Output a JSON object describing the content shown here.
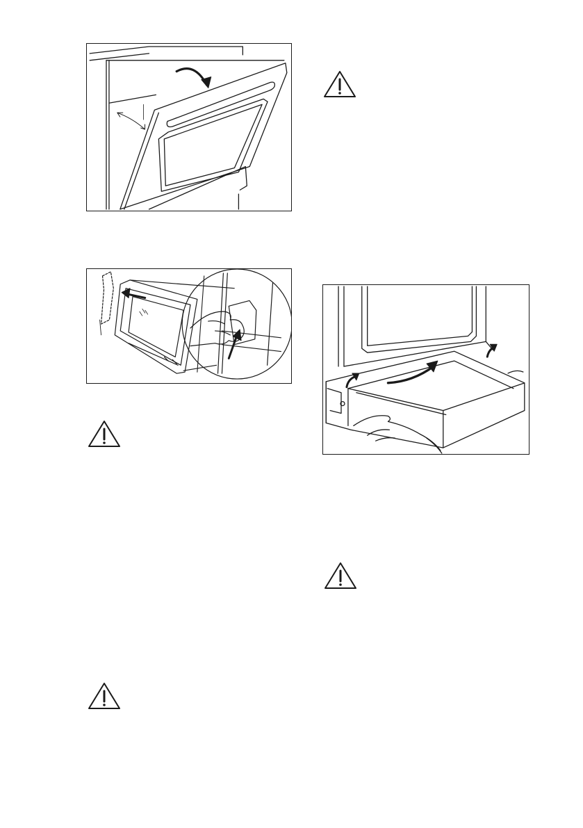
{
  "page": {
    "background": "#ffffff",
    "ink_color": "#1a1a1a"
  },
  "figures": [
    {
      "name": "oven-door-removal-illustration",
      "icon": "oven-door-lift-figure"
    },
    {
      "name": "door-glass-panel-removal-illustration",
      "icon": "glass-panel-release-figure"
    },
    {
      "name": "storage-drawer-removal-illustration",
      "icon": "drawer-lift-figure"
    }
  ],
  "warnings": [
    {
      "name": "warning-icon-1",
      "icon": "warning-triangle-icon"
    },
    {
      "name": "warning-icon-2",
      "icon": "warning-triangle-icon"
    },
    {
      "name": "warning-icon-3",
      "icon": "warning-triangle-icon"
    },
    {
      "name": "warning-icon-4",
      "icon": "warning-triangle-icon"
    }
  ]
}
